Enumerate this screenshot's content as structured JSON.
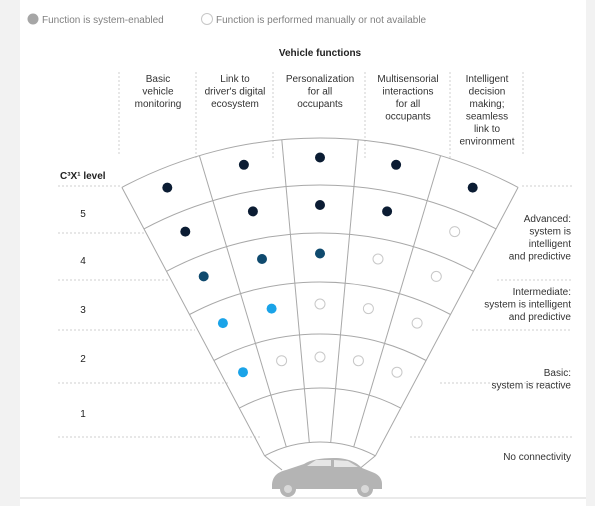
{
  "legend": {
    "enabled": "Function is system-enabled",
    "manual": "Function is performed manually or not available"
  },
  "title": "Vehicle functions",
  "columns": [
    [
      "Basic",
      "vehicle",
      "monitoring"
    ],
    [
      "Link to",
      "driver's digital",
      "ecosystem"
    ],
    [
      "Personalization",
      "for all",
      "occupants"
    ],
    [
      "Multisensorial",
      "interactions",
      "for all",
      "occupants"
    ],
    [
      "Intelligent",
      "decision",
      "making;",
      "seamless",
      "link to",
      "environment"
    ]
  ],
  "level_header": "C³X¹ level",
  "levels": [
    "5",
    "4",
    "3",
    "2",
    "1"
  ],
  "descriptions": [
    [
      "Advanced:",
      "system is",
      "intelligent",
      "and predictive"
    ],
    [
      "Intermediate:",
      "system is intelligent",
      "and predictive"
    ],
    [
      "Basic:",
      "system is reactive"
    ],
    [
      "No connectivity"
    ]
  ],
  "colors": {
    "advanced": "#0b1c33",
    "intermediate": "#0f4a6e",
    "basic": "#1aa3e8",
    "legend_enabled": "#a6a6a6",
    "outline": "#c8c8c8"
  },
  "matrix": [
    [
      "advanced",
      "advanced",
      "advanced",
      "advanced",
      "advanced"
    ],
    [
      "advanced",
      "advanced",
      "advanced",
      "advanced",
      "none"
    ],
    [
      "intermediate",
      "intermediate",
      "intermediate",
      "none",
      "none"
    ],
    [
      "basic",
      "basic",
      "none",
      "none",
      "none"
    ],
    [
      "basic",
      "none",
      "none",
      "none",
      "none"
    ]
  ],
  "car_icon": "car-silhouette-icon"
}
